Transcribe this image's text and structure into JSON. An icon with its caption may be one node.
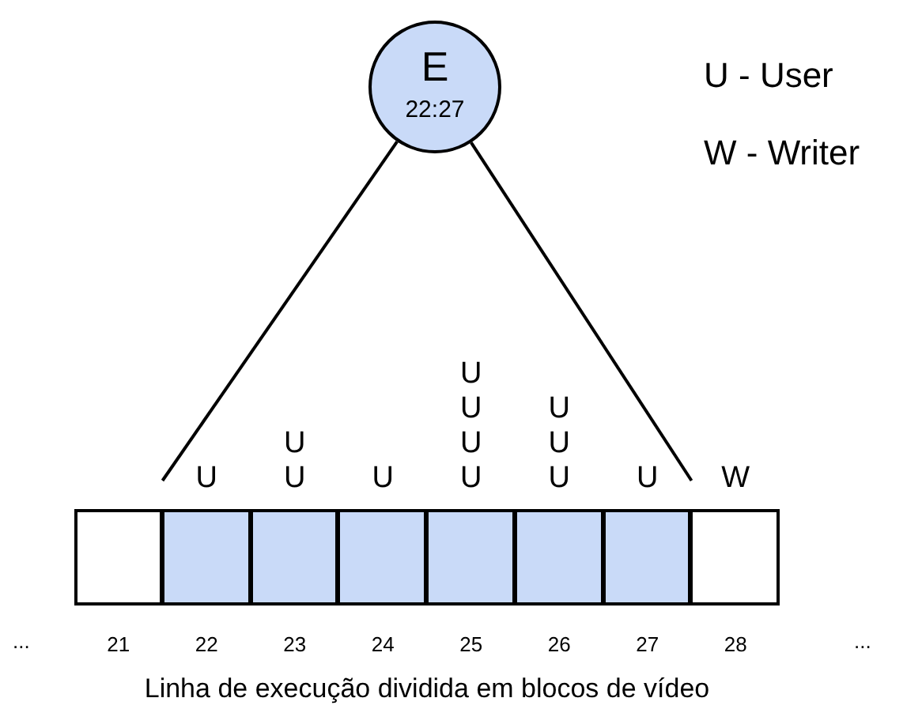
{
  "diagram": {
    "caption": "Linha de execução dividida em blocos de vídeo",
    "nodes": [
      {
        "text": [
          "E",
          "22:27"
        ]
      },
      {
        "text": [],
        "shape": "box",
        "beside": [
          "21"
        ]
      },
      {
        "text": [],
        "shape": "box",
        "beside": [
          "U",
          "22"
        ]
      },
      {
        "text": [],
        "shape": "box",
        "beside": [
          "U",
          "U",
          "23"
        ]
      },
      {
        "text": [],
        "shape": "box",
        "beside": [
          "U",
          "24"
        ]
      },
      {
        "text": [],
        "shape": "box",
        "beside": [
          "U",
          "U",
          "U",
          "U",
          "25"
        ]
      },
      {
        "text": [],
        "shape": "box",
        "beside": [
          "U",
          "U",
          "U",
          "26"
        ]
      },
      {
        "text": [],
        "shape": "box",
        "beside": [
          "U",
          "27"
        ]
      },
      {
        "text": [],
        "shape": "box",
        "beside": [
          "W",
          "28"
        ]
      }
    ],
    "edges": [
      {
        "from": 0,
        "to": 2,
        "arrow": "none"
      },
      {
        "from": 0,
        "to": 7,
        "arrow": "none"
      }
    ],
    "labels": [
      "U - User",
      "W - Writer",
      "...",
      "..."
    ]
  }
}
